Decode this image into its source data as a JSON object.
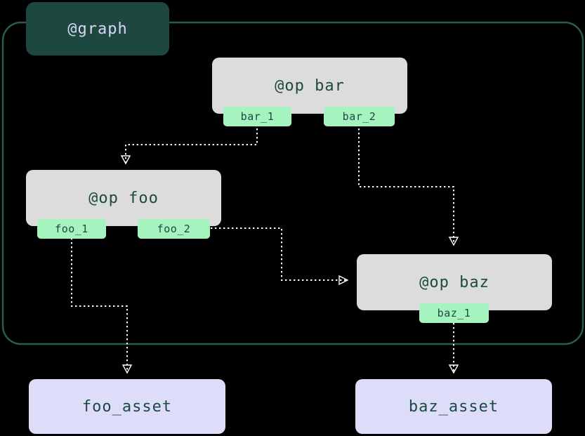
{
  "diagram": {
    "type": "dag-graph",
    "background": "#000000",
    "colors": {
      "subgraph_border": "#2a5d52",
      "graph_label_bg": "#1e4740",
      "graph_label_text": "#d8d8f6",
      "op_node_bg": "#dcdcdc",
      "op_node_text": "#1d4a40",
      "port_bg": "#a5f3be",
      "port_text": "#1d4a40",
      "asset_node_bg": "#ddddfa",
      "asset_node_text": "#1d4a40",
      "edge_stroke": "#ffffff"
    },
    "subgraph": {
      "label": "@graph"
    },
    "nodes": [
      {
        "id": "op_bar",
        "label": "@op bar",
        "kind": "op",
        "ports": [
          {
            "id": "bar_1",
            "label": "bar_1"
          },
          {
            "id": "bar_2",
            "label": "bar_2"
          }
        ]
      },
      {
        "id": "op_foo",
        "label": "@op foo",
        "kind": "op",
        "ports": [
          {
            "id": "foo_1",
            "label": "foo_1"
          },
          {
            "id": "foo_2",
            "label": "foo_2"
          }
        ]
      },
      {
        "id": "op_baz",
        "label": "@op baz",
        "kind": "op",
        "ports": [
          {
            "id": "baz_1",
            "label": "baz_1"
          }
        ]
      },
      {
        "id": "foo_asset",
        "label": "foo_asset",
        "kind": "asset",
        "ports": []
      },
      {
        "id": "baz_asset",
        "label": "baz_asset",
        "kind": "asset",
        "ports": []
      }
    ],
    "edges": [
      {
        "from": "bar_1",
        "to": "op_foo",
        "style": "dotted",
        "arrow": "open-triangle"
      },
      {
        "from": "bar_2",
        "to": "op_baz",
        "style": "dotted",
        "arrow": "open-triangle"
      },
      {
        "from": "foo_2",
        "to": "op_baz",
        "style": "dotted",
        "arrow": "open-triangle"
      },
      {
        "from": "foo_1",
        "to": "foo_asset",
        "style": "dotted",
        "arrow": "open-triangle"
      },
      {
        "from": "baz_1",
        "to": "baz_asset",
        "style": "dotted",
        "arrow": "open-triangle"
      }
    ]
  }
}
